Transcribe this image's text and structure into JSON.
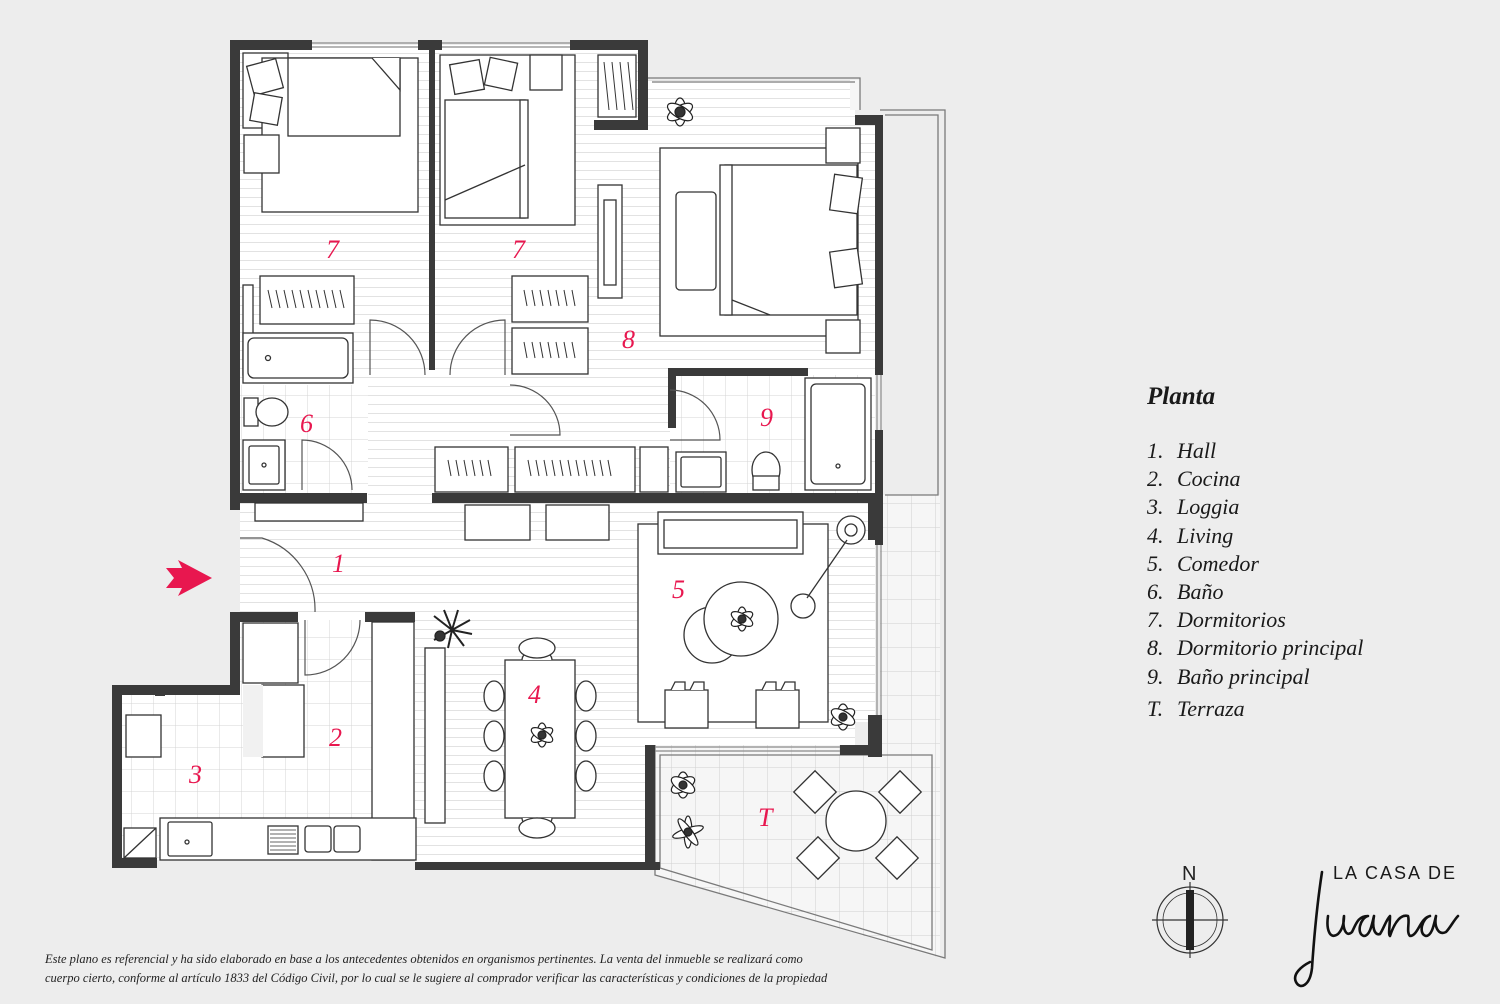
{
  "rooms": [
    {
      "label": "1"
    },
    {
      "label": "2"
    },
    {
      "label": "3"
    },
    {
      "label": "4"
    },
    {
      "label": "5"
    },
    {
      "label": "6"
    },
    {
      "label": "7"
    },
    {
      "label": "7"
    },
    {
      "label": "8"
    },
    {
      "label": "9"
    },
    {
      "label": "T"
    }
  ],
  "legend": {
    "title": "Planta",
    "items": [
      {
        "num": "1.",
        "name": "Hall"
      },
      {
        "num": "2.",
        "name": "Cocina"
      },
      {
        "num": "3.",
        "name": "Loggia"
      },
      {
        "num": "4.",
        "name": "Living"
      },
      {
        "num": "5.",
        "name": "Comedor"
      },
      {
        "num": "6.",
        "name": "Baño"
      },
      {
        "num": "7.",
        "name": "Dormitorios"
      },
      {
        "num": "8.",
        "name": "Dormitorio principal"
      },
      {
        "num": "9.",
        "name": "Baño principal"
      },
      {
        "num": "T.",
        "name": "Terraza"
      }
    ]
  },
  "compass": {
    "label": "N"
  },
  "brand": {
    "top": "LA CASA DE",
    "script": "Juana"
  },
  "disclaimer": {
    "line1": "Este plano es referencial y ha sido elaborado en base a los antecedentes obtenidos en organismos pertinentes.  La venta del inmueble se realizará como",
    "line2": "cuerpo cierto, conforme al artículo 1833 del Código Civil, por lo cual se le sugiere al comprador verificar las características y condiciones de la propiedad"
  },
  "colors": {
    "wall": "#3a3a3a",
    "label": "#e8174f",
    "accent": "#e8174f",
    "floor": "#ffffff",
    "background": "#ededed"
  }
}
